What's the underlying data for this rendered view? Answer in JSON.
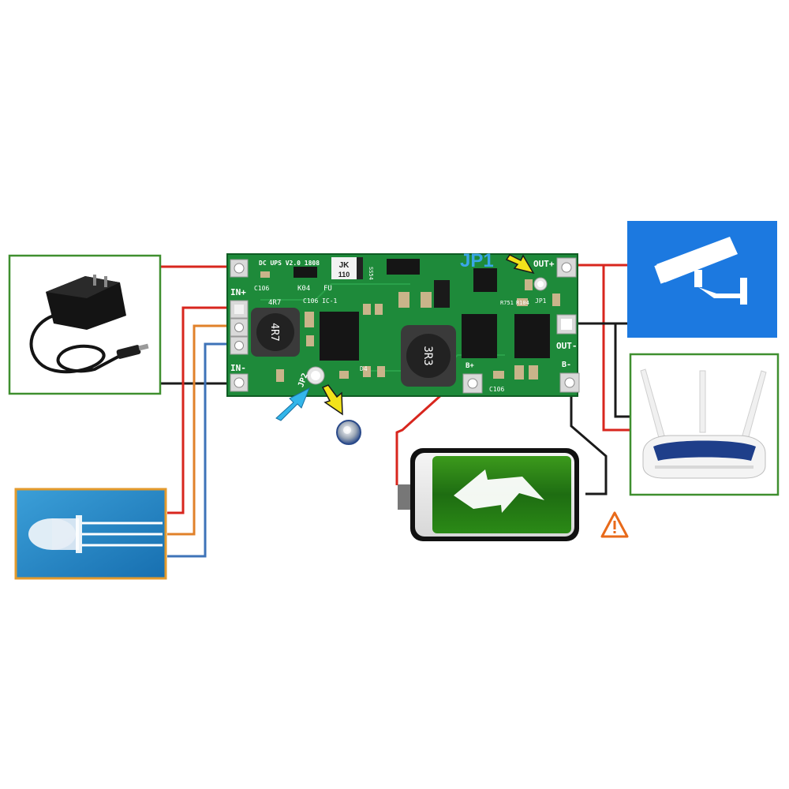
{
  "board": {
    "title": "DC UPS V2.0 1808",
    "label_in_plus": "IN+",
    "label_in_minus": "IN-",
    "label_out_plus": "OUT+",
    "label_out_minus": "OUT-",
    "label_b_plus": "B+",
    "label_b_minus": "B-",
    "label_jp1": "JP1",
    "label_jp2": "JP2",
    "label_4r7": "4R7",
    "label_3r3": "3R3",
    "label_jk": "JK",
    "label_jk_sub": "110",
    "label_k04": "K04",
    "label_fu": "FU",
    "label_c106_left": "C106",
    "label_c106_ic1": "C106 IC-1",
    "label_c106_right": "C106",
    "label_ss54": "SS54",
    "label_d4": "D4",
    "label_r751": "R751",
    "label_r104": "R104"
  },
  "devices": {
    "adapter": "power-adapter",
    "led": "bicolor-led",
    "camera": "security-camera",
    "router": "wifi-router",
    "battery": "battery",
    "button_cell": "jumper-cap"
  },
  "colors": {
    "pcb": "#1e8a3a",
    "wire_red": "#d8261e",
    "wire_black": "#1a1a1a",
    "wire_orange": "#e0812a",
    "wire_blue": "#3e73b8",
    "frame_green": "#3f8f2f",
    "frame_orange": "#e39a2c",
    "camera_bg": "#1c79e0",
    "arrow_yellow": "#f2e21b",
    "arrow_blue": "#33b6ea",
    "warning": "#e86a1a"
  }
}
